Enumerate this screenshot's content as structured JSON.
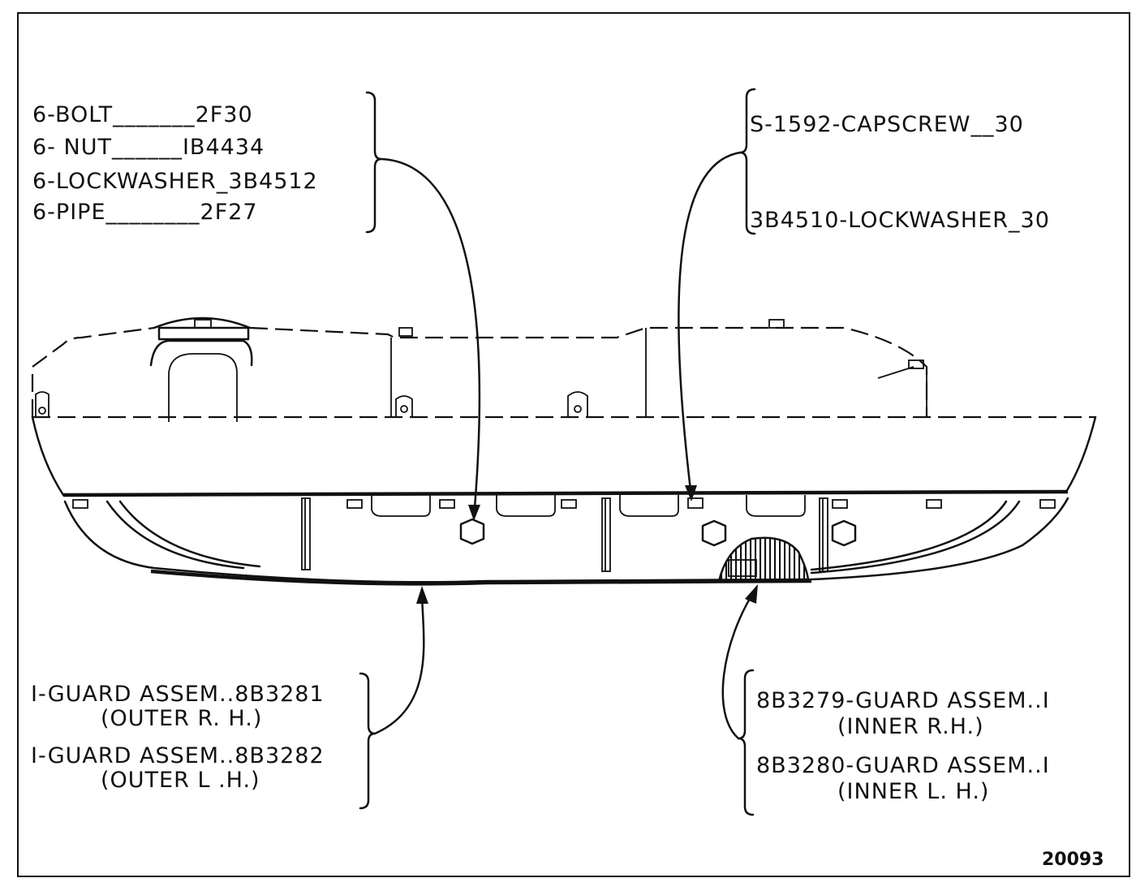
{
  "callouts": {
    "upper_left": [
      {
        "qty": "6-BOLT",
        "leader": "_______",
        "part": "2F30"
      },
      {
        "qty": "6- NUT",
        "leader": "______",
        "part": "IB4434"
      },
      {
        "qty": "6-LOCKWASHER",
        "leader": "_",
        "part": "3B4512"
      },
      {
        "qty": "6-PIPE",
        "leader": "________",
        "part": "2F27"
      }
    ],
    "upper_right": [
      {
        "part": "S-1592",
        "name": "-CAPSCREW",
        "leader": "__",
        "qty": "30"
      },
      {
        "part": "3B4510",
        "name": "-LOCKWASHER",
        "leader": "_",
        "qty": "30"
      }
    ],
    "lower_left": [
      {
        "line1": "I-GUARD ASSEM..8B3281",
        "line2": "(OUTER R. H.)"
      },
      {
        "line1": "I-GUARD ASSEM..8B3282",
        "line2": "(OUTER L .H.)"
      }
    ],
    "lower_right": [
      {
        "line1": "8B3279-GUARD ASSEM..I",
        "line2": "(INNER R.H.)"
      },
      {
        "line1": "8B3280-GUARD ASSEM..I",
        "line2": "(INNER L. H.)"
      }
    ]
  },
  "figure_number": "20093"
}
